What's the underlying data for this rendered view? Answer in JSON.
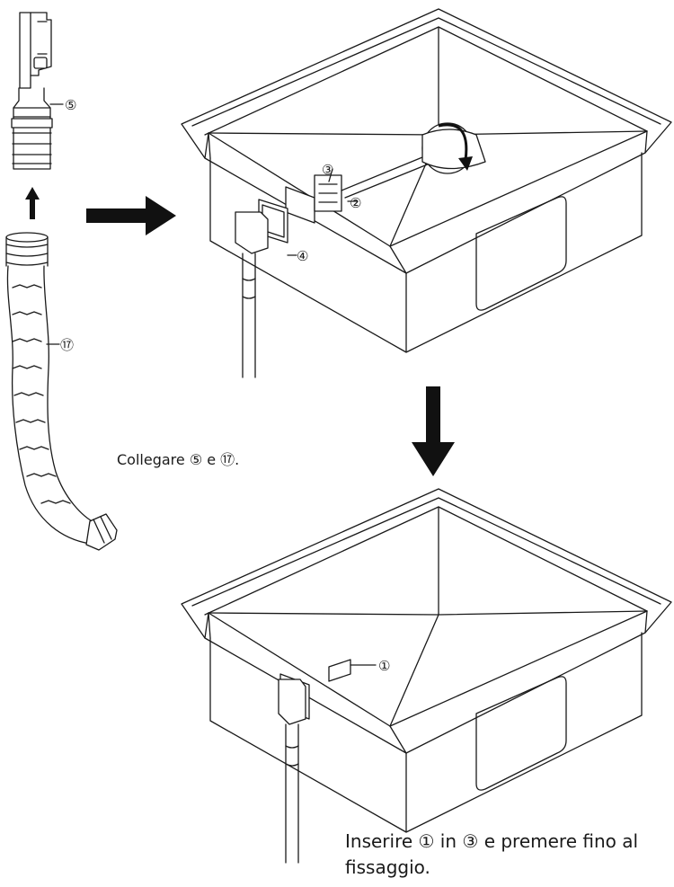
{
  "callouts": {
    "n5": "⑤",
    "n17": "⑰",
    "n3": "③",
    "n2": "②",
    "n4": "④",
    "n1": "①"
  },
  "captions": {
    "connect": "Collegare ⑤ e ⑰.",
    "insert": "Inserire ① in ③ e premere fino al fissaggio."
  },
  "colors": {
    "line": "#1a1a1a",
    "arrow": "#111111",
    "background": "#ffffff"
  },
  "icons": {
    "step_arrow_right": "arrow-right-icon",
    "step_arrow_down": "arrow-down-icon",
    "step_arrow_up": "arrow-up-icon",
    "rotation": "rotate-arrow-icon"
  }
}
